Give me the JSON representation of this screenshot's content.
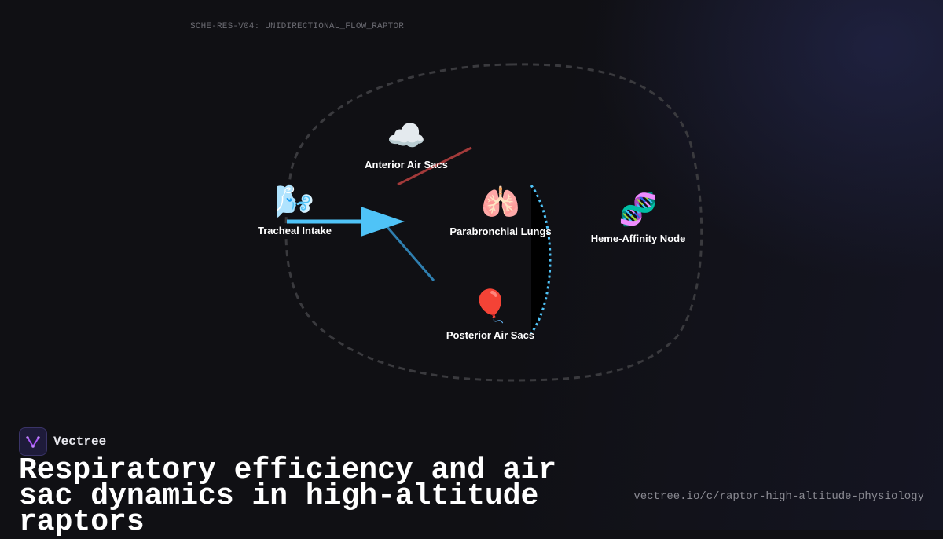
{
  "header": {
    "code": "SCHE-RES-V04: UNIDIRECTIONAL_FLOW_RAPTOR"
  },
  "nodes": {
    "anterior": {
      "icon": "☁️",
      "icon_name": "cloud-icon",
      "label": "Anterior Air Sacs"
    },
    "trachea": {
      "icon": "🌬️",
      "icon_name": "wind-icon",
      "label": "Tracheal Intake"
    },
    "lungs": {
      "icon": "🫁",
      "icon_name": "lungs-icon",
      "label": "Parabronchial Lungs"
    },
    "heme": {
      "icon": "🧬",
      "icon_name": "dna-icon",
      "label": "Heme-Affinity Node"
    },
    "posterior": {
      "icon": "🎈",
      "icon_name": "balloon-icon",
      "label": "Posterior Air Sacs"
    }
  },
  "footer": {
    "brand": "Vectree",
    "title": "Respiratory efficiency and air sac dynamics in high-altitude raptors",
    "url": "vectree.io/c/raptor-high-altitude-physiology"
  },
  "colors": {
    "background": "#101014",
    "flow_arrow": "#4fc3f7",
    "return_flow": "#2f7fb0",
    "anterior_link": "#a33a3a",
    "boundary": "#3a3a3e"
  }
}
